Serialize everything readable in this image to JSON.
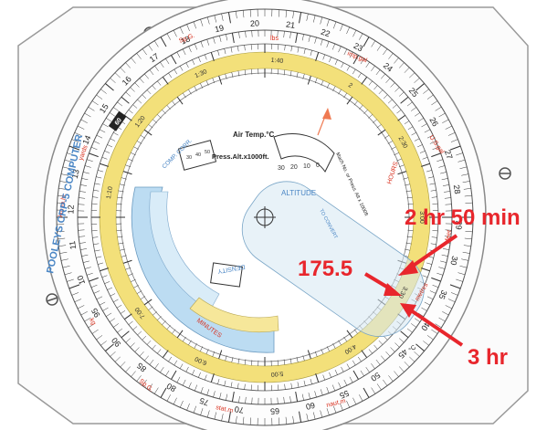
{
  "device": {
    "brand": "POOLEYS CRP-5 COMPUTER",
    "colors": {
      "yellow_band": "#f3e07a",
      "blue_area": "#bcdcf2",
      "annotation_red": "#e8262c",
      "label_blue": "#4a86c5"
    }
  },
  "outer_scale": {
    "numbers": [
      "10",
      "11",
      "12",
      "13",
      "14",
      "15",
      "16",
      "17",
      "18",
      "19",
      "20",
      "21",
      "22",
      "23",
      "24",
      "25",
      "26",
      "27",
      "28",
      "29",
      "30",
      "35",
      "40",
      "45",
      "50",
      "55",
      "60",
      "65",
      "70",
      "75",
      "80",
      "85",
      "90",
      "95"
    ]
  },
  "unit_labels": {
    "sp_g": "Sp.G.",
    "lbs": "lbs",
    "imp_gal": "imp.gal",
    "us_gal": "U.S.gal",
    "feet": "feet",
    "metres": "metres",
    "km_m_ltr": "km.m.ltr.",
    "yards": "yards",
    "naut_m": "naut.m",
    "stat_m": "stat.m",
    "kg": "kg",
    "sp_g_bottom": "Sp.G.",
    "c_deg": "°C"
  },
  "inner_labels": {
    "air_temp": "Air Temp.°C",
    "press_alt": "Press.Alt.x1000ft.",
    "altitude": "ALTITUDE",
    "comp_corr": "COMP. CORR.",
    "density": "DENSITY",
    "hours": "HOURS",
    "minutes": "MINUTES",
    "mach_no": "Mach No. or Press. Alt x 1000ft",
    "to_convert": "TO CONVERT",
    "alt_scale_nums": [
      "30",
      "20",
      "10",
      "0"
    ],
    "comp_nums": [
      "30",
      "40",
      "50"
    ],
    "mach_markers": [
      "1:10",
      "1:20",
      "1:30",
      "1:40",
      "2",
      "2:30",
      "3:00",
      "3:30",
      "4:00",
      "5:00",
      "6:00",
      "7:00"
    ]
  },
  "annotations": {
    "top": "2 hr 50 min",
    "middle": "175.5",
    "bottom": "3 hr"
  }
}
